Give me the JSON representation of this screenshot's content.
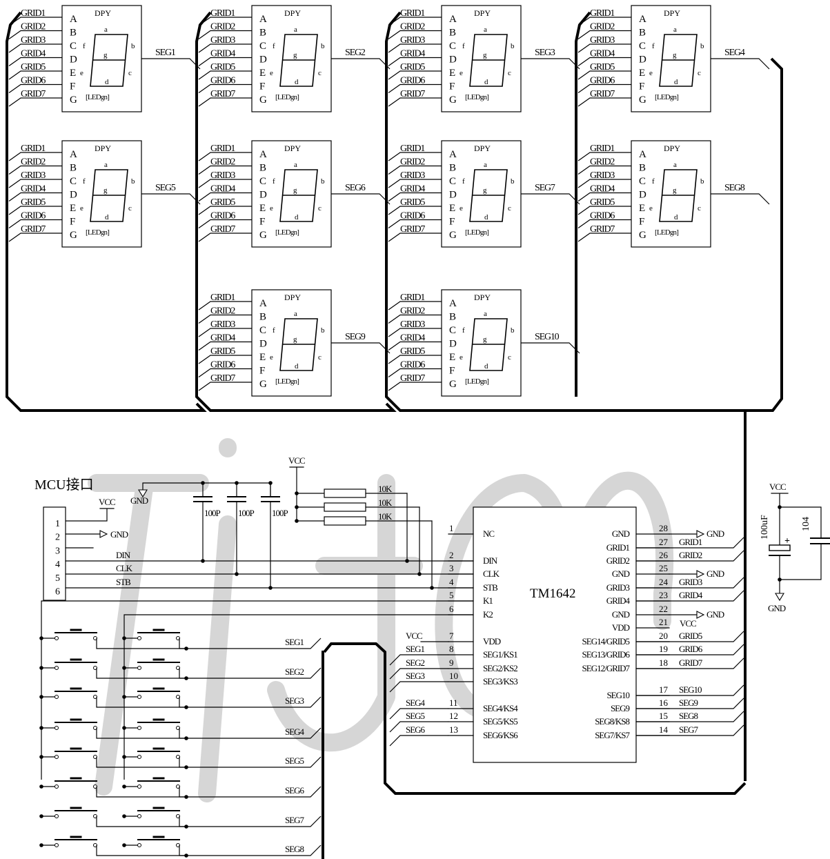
{
  "watermark": {
    "text": "Titanmec",
    "color": "#d6d6d6"
  },
  "display": {
    "grid_labels": [
      "GRID1",
      "GRID2",
      "GRID3",
      "GRID4",
      "GRID5",
      "GRID6",
      "GRID7"
    ],
    "pin_letters": [
      "A",
      "B",
      "C",
      "D",
      "E",
      "F",
      "G"
    ],
    "dpy_label": "DPY",
    "segment_letters": [
      "a",
      "b",
      "c",
      "d",
      "e",
      "f",
      "g"
    ],
    "part_label": "[LEDgn]",
    "modules": [
      {
        "seg": "SEG1"
      },
      {
        "seg": "SEG2"
      },
      {
        "seg": "SEG3"
      },
      {
        "seg": "SEG4"
      },
      {
        "seg": "SEG5"
      },
      {
        "seg": "SEG6"
      },
      {
        "seg": "SEG7"
      },
      {
        "seg": "SEG8"
      },
      {
        "seg": "SEG9"
      },
      {
        "seg": "SEG10"
      }
    ]
  },
  "mcu": {
    "title": "MCU接口",
    "vcc": "VCC",
    "gnd": "GND",
    "pins": [
      "1",
      "2",
      "3",
      "4",
      "5",
      "6"
    ],
    "signals": [
      "DIN",
      "CLK",
      "STB"
    ]
  },
  "passives": {
    "capacitors": [
      "100P",
      "100P",
      "100P"
    ],
    "resistors": [
      "10K",
      "10K",
      "10K"
    ],
    "vcc": "VCC",
    "gnd": "GND"
  },
  "chip": {
    "name": "TM1642",
    "left_pins": [
      {
        "num": "1",
        "name": "NC",
        "net": ""
      },
      {
        "num": "2",
        "name": "DIN",
        "net": ""
      },
      {
        "num": "3",
        "name": "CLK",
        "net": ""
      },
      {
        "num": "4",
        "name": "STB",
        "net": ""
      },
      {
        "num": "5",
        "name": "K1",
        "net": ""
      },
      {
        "num": "6",
        "name": "K2",
        "net": ""
      },
      {
        "num": "7",
        "name": "VDD",
        "net": "VCC"
      },
      {
        "num": "8",
        "name": "SEG1/KS1",
        "net": "SEG1"
      },
      {
        "num": "9",
        "name": "SEG2/KS2",
        "net": "SEG2"
      },
      {
        "num": "10",
        "name": "SEG3/KS3",
        "net": "SEG3"
      },
      {
        "num": "11",
        "name": "SEG4/KS4",
        "net": "SEG4"
      },
      {
        "num": "12",
        "name": "SEG5/KS5",
        "net": "SEG5"
      },
      {
        "num": "13",
        "name": "SEG6/KS6",
        "net": "SEG6"
      }
    ],
    "right_pins": [
      {
        "num": "28",
        "name": "GND",
        "net": "GND"
      },
      {
        "num": "27",
        "name": "GRID1",
        "net": "GRID1"
      },
      {
        "num": "26",
        "name": "GRID2",
        "net": "GRID2"
      },
      {
        "num": "25",
        "name": "GND",
        "net": "GND"
      },
      {
        "num": "24",
        "name": "GRID3",
        "net": "GRID3"
      },
      {
        "num": "23",
        "name": "GRID4",
        "net": "GRID4"
      },
      {
        "num": "22",
        "name": "GND",
        "net": "GND"
      },
      {
        "num": "21",
        "name": "VDD",
        "net": "VCC"
      },
      {
        "num": "20",
        "name": "SEG14/GRID5",
        "net": "GRID5"
      },
      {
        "num": "19",
        "name": "SEG13/GRID6",
        "net": "GRID6"
      },
      {
        "num": "18",
        "name": "SEG12/GRID7",
        "net": "GRID7"
      },
      {
        "num": "17",
        "name": "SEG10",
        "net": "SEG10"
      },
      {
        "num": "16",
        "name": "SEG9",
        "net": "SEG9"
      },
      {
        "num": "15",
        "name": "SEG8/KS8",
        "net": "SEG8"
      },
      {
        "num": "14",
        "name": "SEG7/KS7",
        "net": "SEG7"
      }
    ]
  },
  "keys": {
    "seg_labels": [
      "SEG1",
      "SEG2",
      "SEG3",
      "SEG4",
      "SEG5",
      "SEG6",
      "SEG7",
      "SEG8"
    ]
  },
  "power": {
    "vcc": "VCC",
    "gnd": "GND",
    "cap1": "100uF",
    "cap2": "104",
    "polarity": "+"
  }
}
